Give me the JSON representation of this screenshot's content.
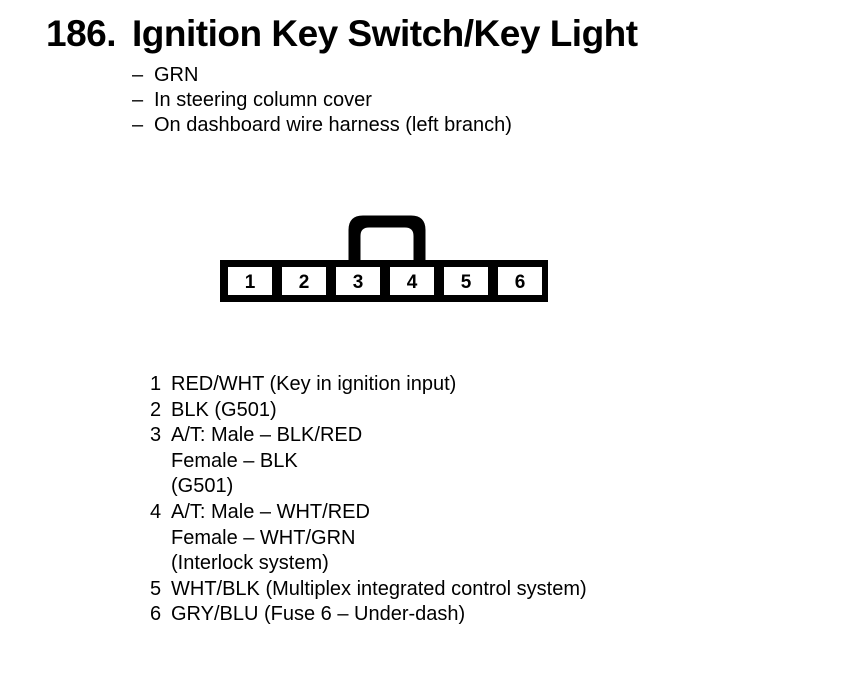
{
  "header": {
    "number": "186.",
    "title": "Ignition Key Switch/Key Light",
    "bullets": [
      {
        "dash": "–",
        "text": "GRN"
      },
      {
        "dash": "–",
        "text": "In steering column cover"
      },
      {
        "dash": "–",
        "text": "On dashboard wire harness (left branch)"
      }
    ]
  },
  "connector": {
    "cavity_count": 6,
    "cavities": [
      {
        "number": "1"
      },
      {
        "number": "2"
      },
      {
        "number": "3"
      },
      {
        "number": "4"
      },
      {
        "number": "5"
      },
      {
        "number": "6"
      }
    ],
    "latch": "locking-tab",
    "stroke_color": "#000000",
    "fill_color": "#ffffff"
  },
  "pin_list": [
    {
      "index": "1",
      "lines": [
        "RED/WHT (Key in ignition input)"
      ]
    },
    {
      "index": "2",
      "lines": [
        "BLK (G501)"
      ]
    },
    {
      "index": "3",
      "lines": [
        "A/T: Male – BLK/RED",
        "Female – BLK",
        "(G501)"
      ]
    },
    {
      "index": "4",
      "lines": [
        "A/T: Male – WHT/RED",
        "Female – WHT/GRN",
        "(Interlock system)"
      ]
    },
    {
      "index": "5",
      "lines": [
        "WHT/BLK (Multiplex integrated control system)"
      ]
    },
    {
      "index": "6",
      "lines": [
        "GRY/BLU (Fuse 6 – Under-dash)"
      ]
    }
  ]
}
